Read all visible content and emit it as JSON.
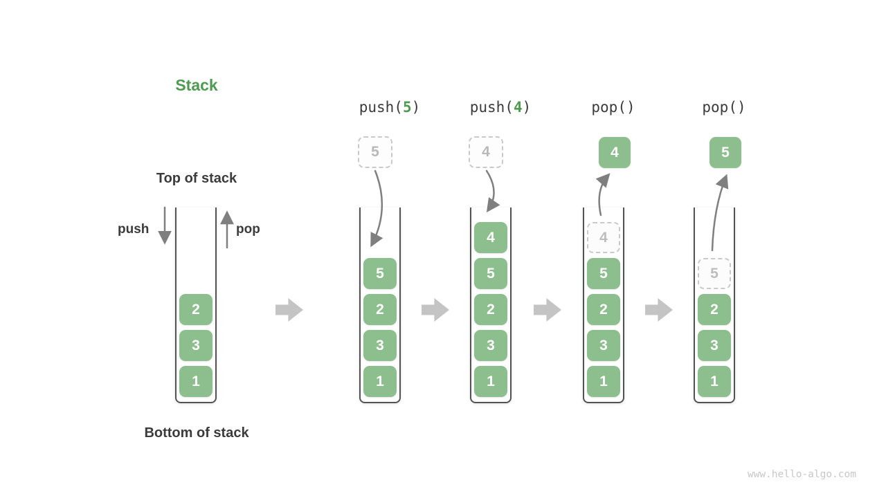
{
  "title": "Stack",
  "labels": {
    "top_of_stack": "Top of stack",
    "bottom_of_stack": "Bottom of stack",
    "push": "push",
    "pop": "pop"
  },
  "watermark": "www.hello-algo.com",
  "colors": {
    "accent_green": "#4c9b50",
    "box_green": "#8dbe8d",
    "dark_text": "#3b3b3b",
    "arrow_gray": "#7f7f7f",
    "block_arrow_gray": "#c4c4c4",
    "ghost_gray": "#c9c9c9"
  },
  "columns": [
    {
      "name": "initial-stack",
      "header": null,
      "top_box": null,
      "operation": null,
      "items": [
        {
          "value": "2",
          "type": "solid"
        },
        {
          "value": "3",
          "type": "solid"
        },
        {
          "value": "1",
          "type": "solid"
        }
      ]
    },
    {
      "name": "push-5",
      "header": {
        "prefix": "push(",
        "arg": "5",
        "suffix": ")"
      },
      "top_box": {
        "value": "5",
        "type": "ghost"
      },
      "operation": "push",
      "items": [
        {
          "value": "5",
          "type": "solid"
        },
        {
          "value": "2",
          "type": "solid"
        },
        {
          "value": "3",
          "type": "solid"
        },
        {
          "value": "1",
          "type": "solid"
        }
      ]
    },
    {
      "name": "push-4",
      "header": {
        "prefix": "push(",
        "arg": "4",
        "suffix": ")"
      },
      "top_box": {
        "value": "4",
        "type": "ghost"
      },
      "operation": "push",
      "items": [
        {
          "value": "4",
          "type": "solid"
        },
        {
          "value": "5",
          "type": "solid"
        },
        {
          "value": "2",
          "type": "solid"
        },
        {
          "value": "3",
          "type": "solid"
        },
        {
          "value": "1",
          "type": "solid"
        }
      ]
    },
    {
      "name": "pop-4",
      "header": {
        "prefix": "pop()",
        "arg": "",
        "suffix": ""
      },
      "top_box": {
        "value": "4",
        "type": "solid"
      },
      "operation": "pop",
      "items": [
        {
          "value": "4",
          "type": "ghost"
        },
        {
          "value": "5",
          "type": "solid"
        },
        {
          "value": "2",
          "type": "solid"
        },
        {
          "value": "3",
          "type": "solid"
        },
        {
          "value": "1",
          "type": "solid"
        }
      ]
    },
    {
      "name": "pop-5",
      "header": {
        "prefix": "pop()",
        "arg": "",
        "suffix": ""
      },
      "top_box": {
        "value": "5",
        "type": "solid"
      },
      "operation": "pop",
      "items": [
        {
          "value": "5",
          "type": "ghost"
        },
        {
          "value": "2",
          "type": "solid"
        },
        {
          "value": "3",
          "type": "solid"
        },
        {
          "value": "1",
          "type": "solid"
        }
      ]
    }
  ]
}
